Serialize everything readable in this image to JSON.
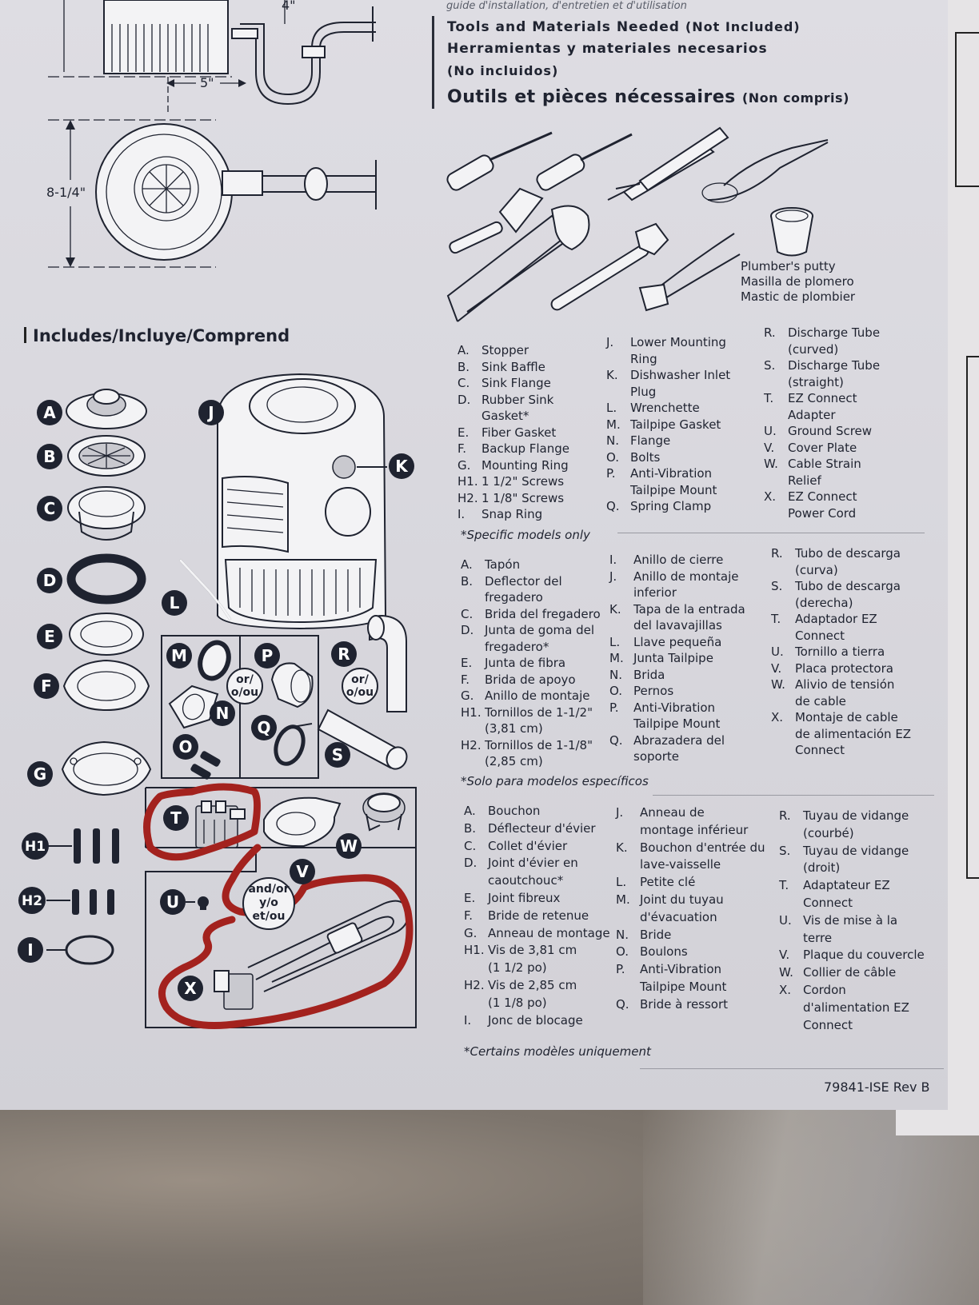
{
  "header_faded": "guide d'installation, d'entretien et d'utilisation",
  "dimensions": {
    "top": "4\"",
    "width": "5\"",
    "height": "8-1/4\""
  },
  "tools": {
    "title_en": "Tools and Materials Needed",
    "title_en_note": "(Not Included)",
    "title_es": "Herramientas y materiales necesarios",
    "title_es_note": "(No incluidos)",
    "title_fr": "Outils et pièces nécessaires",
    "title_fr_note": "(Non compris)",
    "putty": [
      "Plumber's putty",
      "Masilla de plomero",
      "Mastic de plombier"
    ]
  },
  "includes_heading": "Includes/Incluye/Comprend",
  "callouts": {
    "A": "A",
    "B": "B",
    "C": "C",
    "D": "D",
    "E": "E",
    "F": "F",
    "G": "G",
    "H1": "H1",
    "H2": "H2",
    "I": "I",
    "J": "J",
    "K": "K",
    "L": "L",
    "M": "M",
    "N": "N",
    "O": "O",
    "P": "P",
    "Q": "Q",
    "R": "R",
    "S": "S",
    "T": "T",
    "U": "U",
    "V": "V",
    "W": "W",
    "X": "X",
    "or1": "or/",
    "or1b": "o/ou",
    "or2": "or/",
    "or2b": "o/ou",
    "andor1": "and/or",
    "andor2": "y/o",
    "andor3": "et/ou"
  },
  "parts_en": {
    "col1": [
      [
        "A.",
        "Stopper"
      ],
      [
        "B.",
        "Sink Baffle"
      ],
      [
        "C.",
        "Sink Flange"
      ],
      [
        "D.",
        "Rubber Sink"
      ],
      [
        "",
        "Gasket*"
      ],
      [
        "E.",
        "Fiber Gasket"
      ],
      [
        "F.",
        "Backup Flange"
      ],
      [
        "G.",
        "Mounting Ring"
      ],
      [
        "H1.",
        "1 1/2\" Screws"
      ],
      [
        "H2.",
        "1 1/8\" Screws"
      ],
      [
        "I.",
        "Snap Ring"
      ]
    ],
    "col2": [
      [
        "J.",
        "Lower Mounting"
      ],
      [
        "",
        "Ring"
      ],
      [
        "K.",
        "Dishwasher Inlet"
      ],
      [
        "",
        "Plug"
      ],
      [
        "L.",
        "Wrenchette"
      ],
      [
        "M.",
        "Tailpipe Gasket"
      ],
      [
        "N.",
        "Flange"
      ],
      [
        "O.",
        "Bolts"
      ],
      [
        "P.",
        "Anti-Vibration"
      ],
      [
        "",
        "Tailpipe Mount"
      ],
      [
        "Q.",
        "Spring Clamp"
      ]
    ],
    "col3": [
      [
        "R.",
        "Discharge Tube"
      ],
      [
        "",
        "(curved)"
      ],
      [
        "S.",
        "Discharge Tube"
      ],
      [
        "",
        "(straight)"
      ],
      [
        "T.",
        "EZ Connect"
      ],
      [
        "",
        "Adapter"
      ],
      [
        "U.",
        "Ground Screw"
      ],
      [
        "V.",
        "Cover Plate"
      ],
      [
        "W.",
        "Cable Strain"
      ],
      [
        "",
        "Relief"
      ],
      [
        "X.",
        "EZ Connect"
      ],
      [
        "",
        "Power Cord"
      ]
    ],
    "note": "*Specific models only"
  },
  "parts_es": {
    "col1": [
      [
        "A.",
        "Tapón"
      ],
      [
        "B.",
        "Deflector del"
      ],
      [
        "",
        "fregadero"
      ],
      [
        "C.",
        "Brida del fregadero"
      ],
      [
        "D.",
        "Junta de goma del"
      ],
      [
        "",
        "fregadero*"
      ],
      [
        "E.",
        "Junta de fibra"
      ],
      [
        "F.",
        "Brida de apoyo"
      ],
      [
        "G.",
        "Anillo de montaje"
      ],
      [
        "H1.",
        "Tornillos de 1-1/2\""
      ],
      [
        "",
        "(3,81 cm)"
      ],
      [
        "H2.",
        "Tornillos de 1-1/8\""
      ],
      [
        "",
        "(2,85 cm)"
      ]
    ],
    "col2": [
      [
        "I.",
        "Anillo de cierre"
      ],
      [
        "J.",
        "Anillo de montaje"
      ],
      [
        "",
        "inferior"
      ],
      [
        "K.",
        "Tapa de la entrada"
      ],
      [
        "",
        "del lavavajillas"
      ],
      [
        "L.",
        "Llave pequeña"
      ],
      [
        "M.",
        "Junta Tailpipe"
      ],
      [
        "N.",
        "Brida"
      ],
      [
        "O.",
        "Pernos"
      ],
      [
        "P.",
        "Anti-Vibration"
      ],
      [
        "",
        "Tailpipe Mount"
      ],
      [
        "Q.",
        "Abrazadera del"
      ],
      [
        "",
        "soporte"
      ]
    ],
    "col3": [
      [
        "R.",
        "Tubo de descarga"
      ],
      [
        "",
        "(curva)"
      ],
      [
        "S.",
        "Tubo de descarga"
      ],
      [
        "",
        "(derecha)"
      ],
      [
        "T.",
        "Adaptador EZ"
      ],
      [
        "",
        "Connect"
      ],
      [
        "U.",
        "Tornillo a tierra"
      ],
      [
        "V.",
        "Placa protectora"
      ],
      [
        "W.",
        "Alivio de tensión"
      ],
      [
        "",
        "de cable"
      ],
      [
        "X.",
        "Montaje de cable"
      ],
      [
        "",
        "de alimentación EZ"
      ],
      [
        "",
        "Connect"
      ]
    ],
    "note": "*Solo para modelos específicos"
  },
  "parts_fr": {
    "col1": [
      [
        "A.",
        "Bouchon"
      ],
      [
        "B.",
        "Déflecteur d'évier"
      ],
      [
        "C.",
        "Collet d'évier"
      ],
      [
        "D.",
        "Joint d'évier en"
      ],
      [
        "",
        "caoutchouc*"
      ],
      [
        "E.",
        "Joint fibreux"
      ],
      [
        "F.",
        "Bride de retenue"
      ],
      [
        "G.",
        "Anneau de montage"
      ],
      [
        "H1.",
        "Vis de 3,81 cm"
      ],
      [
        "",
        "(1 1/2 po)"
      ],
      [
        "H2.",
        "Vis de 2,85 cm"
      ],
      [
        "",
        "(1 1/8 po)"
      ],
      [
        "I.",
        "Jonc de blocage"
      ]
    ],
    "col2": [
      [
        "J.",
        "Anneau de"
      ],
      [
        "",
        "montage inférieur"
      ],
      [
        "K.",
        "Bouchon d'entrée du"
      ],
      [
        "",
        "lave-vaisselle"
      ],
      [
        "L.",
        "Petite clé"
      ],
      [
        "M.",
        "Joint du tuyau"
      ],
      [
        "",
        "d'évacuation"
      ],
      [
        "N.",
        "Bride"
      ],
      [
        "O.",
        "Boulons"
      ],
      [
        "P.",
        "Anti-Vibration"
      ],
      [
        "",
        "Tailpipe Mount"
      ],
      [
        "Q.",
        "Bride à ressort"
      ]
    ],
    "col3": [
      [
        "R.",
        "Tuyau de vidange"
      ],
      [
        "",
        "(courbé)"
      ],
      [
        "S.",
        "Tuyau de vidange"
      ],
      [
        "",
        "(droit)"
      ],
      [
        "T.",
        "Adaptateur EZ"
      ],
      [
        "",
        "Connect"
      ],
      [
        "U.",
        "Vis de mise à la"
      ],
      [
        "",
        "terre"
      ],
      [
        "V.",
        "Plaque du couvercle"
      ],
      [
        "W.",
        "Collier de câble"
      ],
      [
        "X.",
        "Cordon"
      ],
      [
        "",
        "d'alimentation EZ"
      ],
      [
        "",
        "Connect"
      ]
    ],
    "note": "*Certains modèles uniquement"
  },
  "footer": "79841-ISE Rev B",
  "colors": {
    "ink": "#1f2330",
    "paper": "#dedde3",
    "marker": "#a3221e"
  }
}
